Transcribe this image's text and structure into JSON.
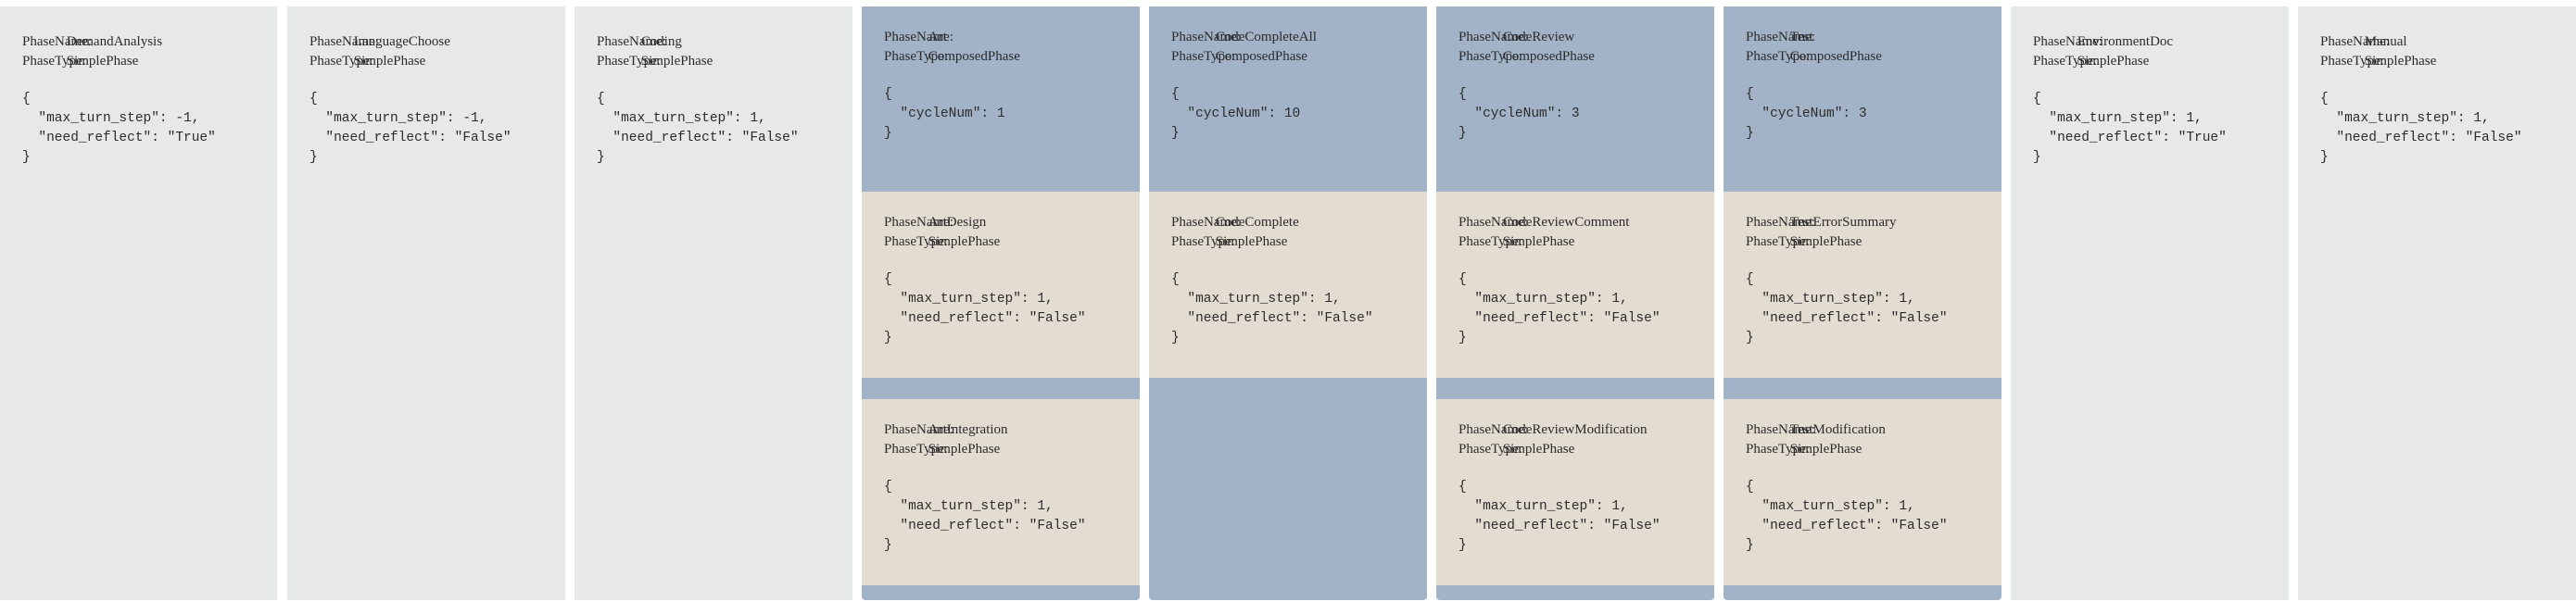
{
  "labels": {
    "phase_name": "PhaseName:",
    "phase_type": "PhaseType:"
  },
  "columns": [
    {
      "kind": "simple",
      "name": "DemandAnalysis",
      "type": "SimplePhase",
      "config": "{\n  \"max_turn_step\": -1,\n  \"need_reflect\": \"True\"\n}"
    },
    {
      "kind": "simple",
      "name": "LanguageChoose",
      "type": "SimplePhase",
      "config": "{\n  \"max_turn_step\": -1,\n  \"need_reflect\": \"False\"\n}"
    },
    {
      "kind": "simple",
      "name": "Coding",
      "type": "SimplePhase",
      "config": "{\n  \"max_turn_step\": 1,\n  \"need_reflect\": \"False\"\n}"
    },
    {
      "kind": "composed",
      "name": "Art",
      "type": "ComposedPhase",
      "config": "{\n  \"cycleNum\": 1\n}",
      "children": [
        {
          "name": "ArtDesign",
          "type": "SimplePhase",
          "config": "{\n  \"max_turn_step\": 1,\n  \"need_reflect\": \"False\"\n}"
        },
        {
          "name": "ArtIntegration",
          "type": "SimplePhase",
          "config": "{\n  \"max_turn_step\": 1,\n  \"need_reflect\": \"False\"\n}"
        }
      ]
    },
    {
      "kind": "composed",
      "name": "CodeCompleteAll",
      "type": "ComposedPhase",
      "config": "{\n  \"cycleNum\": 10\n}",
      "children": [
        {
          "name": "CodeComplete",
          "type": "SimplePhase",
          "config": "{\n  \"max_turn_step\": 1,\n  \"need_reflect\": \"False\"\n}"
        }
      ]
    },
    {
      "kind": "composed",
      "name": "CodeReview",
      "type": "ComposedPhase",
      "config": "{\n  \"cycleNum\": 3\n}",
      "children": [
        {
          "name": "CodeReviewComment",
          "type": "SimplePhase",
          "config": "{\n  \"max_turn_step\": 1,\n  \"need_reflect\": \"False\"\n}"
        },
        {
          "name": "CodeReviewModification",
          "type": "SimplePhase",
          "config": "{\n  \"max_turn_step\": 1,\n  \"need_reflect\": \"False\"\n}"
        }
      ]
    },
    {
      "kind": "composed",
      "name": "Test",
      "type": "ComposedPhase",
      "config": "{\n  \"cycleNum\": 3\n}",
      "children": [
        {
          "name": "TestErrorSummary",
          "type": "SimplePhase",
          "config": "{\n  \"max_turn_step\": 1,\n  \"need_reflect\": \"False\"\n}"
        },
        {
          "name": "TestModification",
          "type": "SimplePhase",
          "config": "{\n  \"max_turn_step\": 1,\n  \"need_reflect\": \"False\"\n}"
        }
      ]
    },
    {
      "kind": "simple",
      "name": "EnvironmentDoc",
      "type": "SimplePhase",
      "config": "{\n  \"max_turn_step\": 1,\n  \"need_reflect\": \"True\"\n}"
    },
    {
      "kind": "simple",
      "name": "Manual",
      "type": "SimplePhase",
      "config": "{\n  \"max_turn_step\": 1,\n  \"need_reflect\": \"False\"\n}"
    }
  ]
}
